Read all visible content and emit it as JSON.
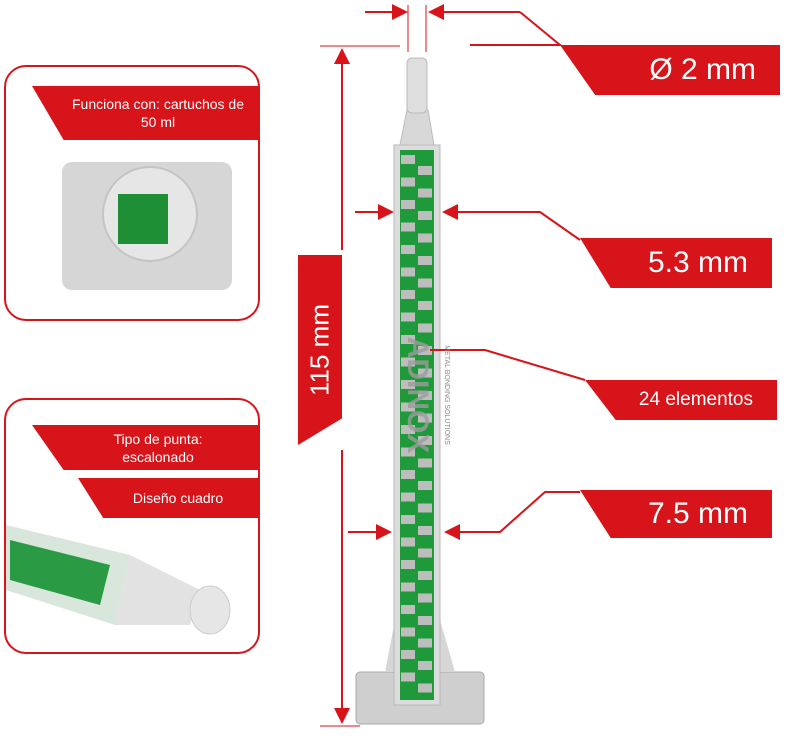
{
  "colors": {
    "accent": "#d7141a",
    "mixer_green": "#1f9a3a",
    "plastic": "#d9d9d9"
  },
  "dimensions": {
    "tip_diameter": "Ø 2 mm",
    "inner_width": "5.3 mm",
    "elements": "24 elementos",
    "outer_width": "7.5 mm",
    "length": "115 mm"
  },
  "panels": {
    "cartridge": {
      "label": "Funciona con: cartuchos de 50 ml"
    },
    "tip": {
      "tip_type": "Tipo de punta: escalonado",
      "design": "Diseño cuadro"
    }
  },
  "brand": {
    "logo": "ADINOX",
    "tagline": "METAL BONDING SOLUTIONS"
  }
}
